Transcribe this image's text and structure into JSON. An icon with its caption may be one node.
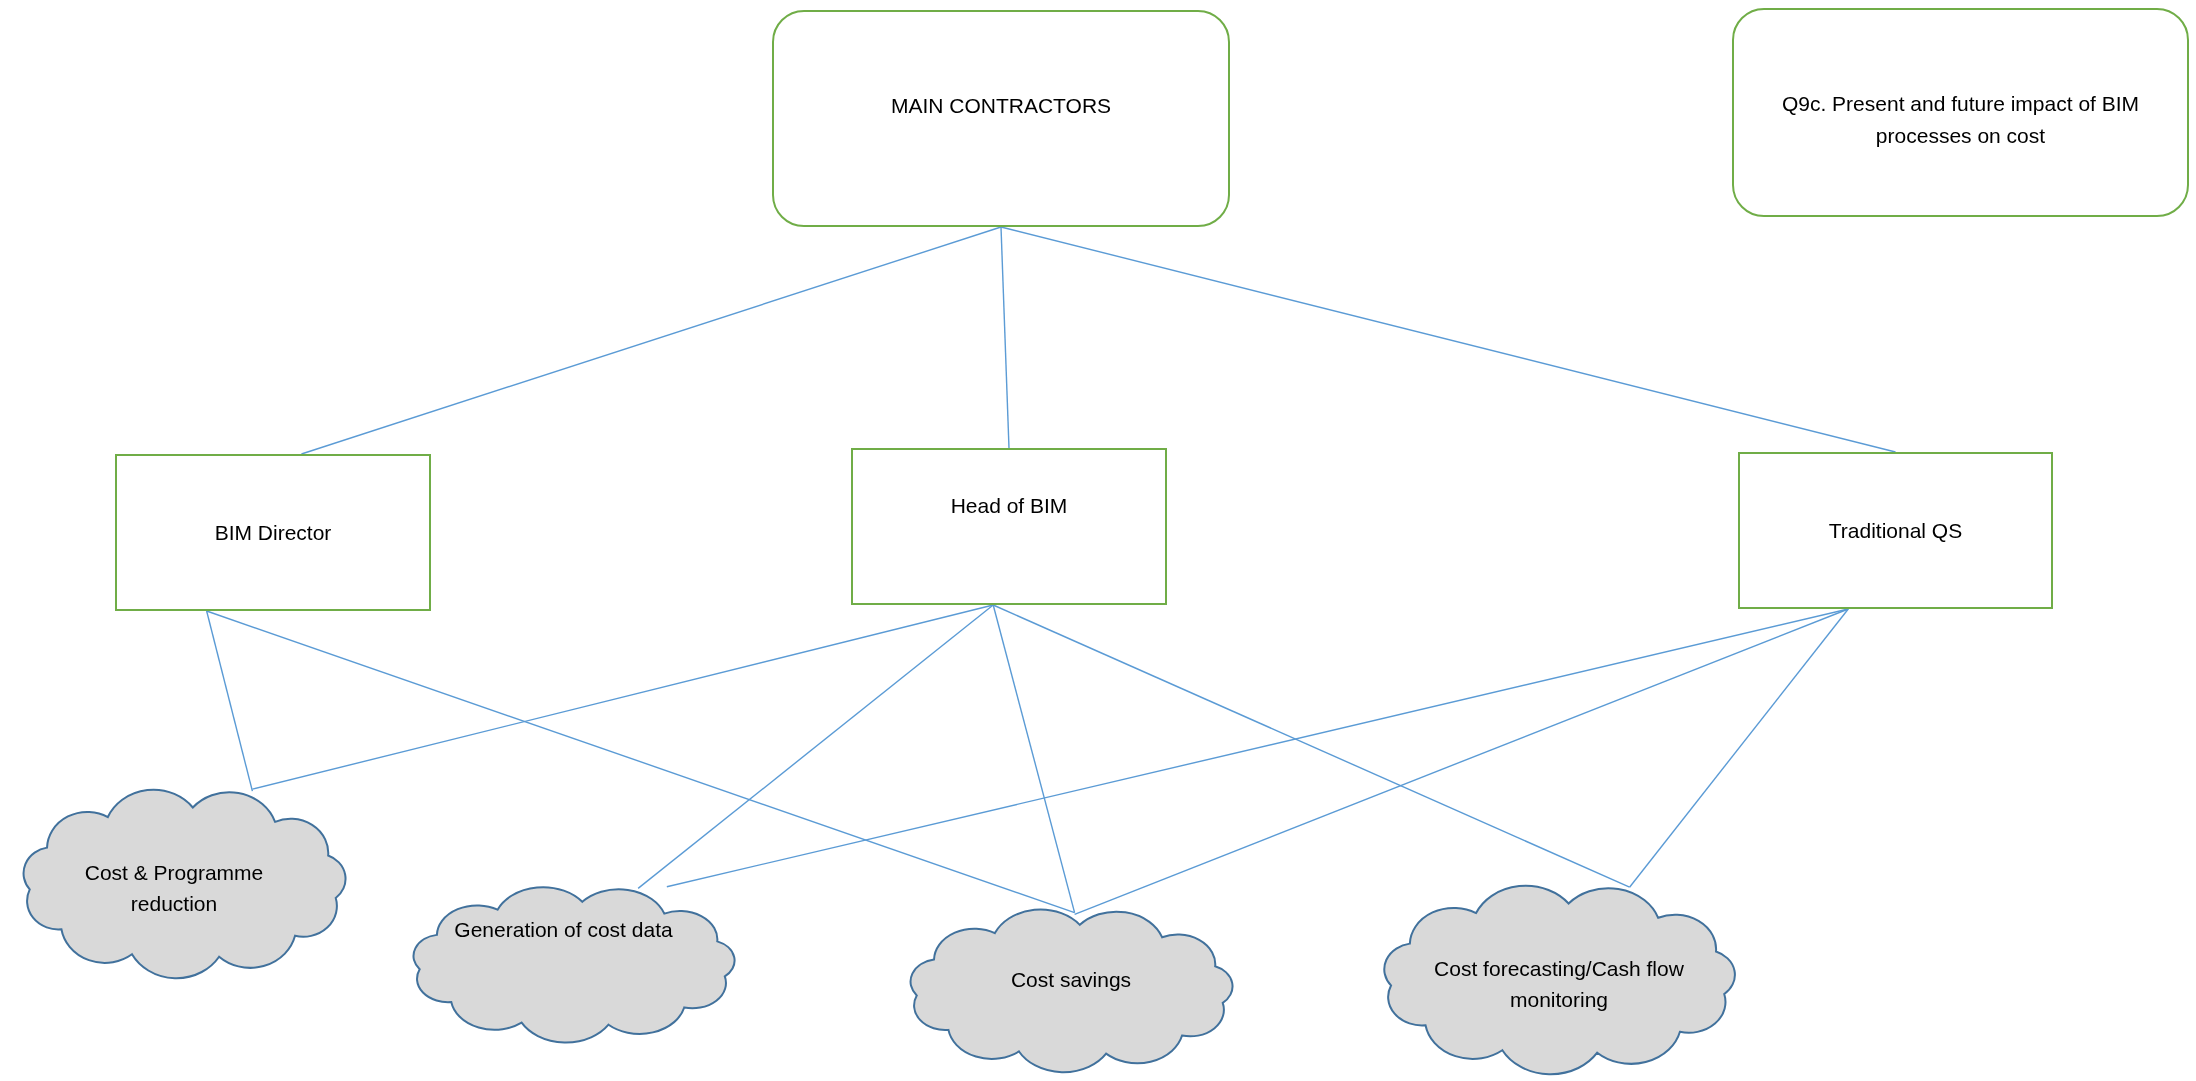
{
  "diagram": {
    "nodes": [
      {
        "text": [
          "MAIN CONTRACTORS"
        ]
      },
      {
        "text": [
          "Q9c. Present and future impact of BIM processes on cost"
        ]
      },
      {
        "text": [
          "BIM Director"
        ]
      },
      {
        "text": [
          "Head of BIM"
        ]
      },
      {
        "text": [
          "Traditional QS"
        ]
      },
      {
        "text": [
          "Cost & Programme reduction"
        ]
      },
      {
        "text": [
          "Generation of cost data"
        ]
      },
      {
        "text": [
          "Cost savings"
        ]
      },
      {
        "text": [
          "Cost forecasting/Cash flow monitoring"
        ]
      }
    ],
    "edges": [
      {
        "from": 0,
        "to": 2,
        "arrow": "none"
      },
      {
        "from": 0,
        "to": 3,
        "arrow": "none"
      },
      {
        "from": 0,
        "to": 4,
        "arrow": "none"
      },
      {
        "from": 2,
        "to": 5,
        "arrow": "none"
      },
      {
        "from": 2,
        "to": 7,
        "arrow": "none"
      },
      {
        "from": 3,
        "to": 5,
        "arrow": "none"
      },
      {
        "from": 3,
        "to": 6,
        "arrow": "none"
      },
      {
        "from": 3,
        "to": 7,
        "arrow": "none"
      },
      {
        "from": 3,
        "to": 8,
        "arrow": "none"
      },
      {
        "from": 4,
        "to": 6,
        "arrow": "none"
      },
      {
        "from": 4,
        "to": 7,
        "arrow": "none"
      },
      {
        "from": 4,
        "to": 8,
        "arrow": "none"
      }
    ]
  }
}
